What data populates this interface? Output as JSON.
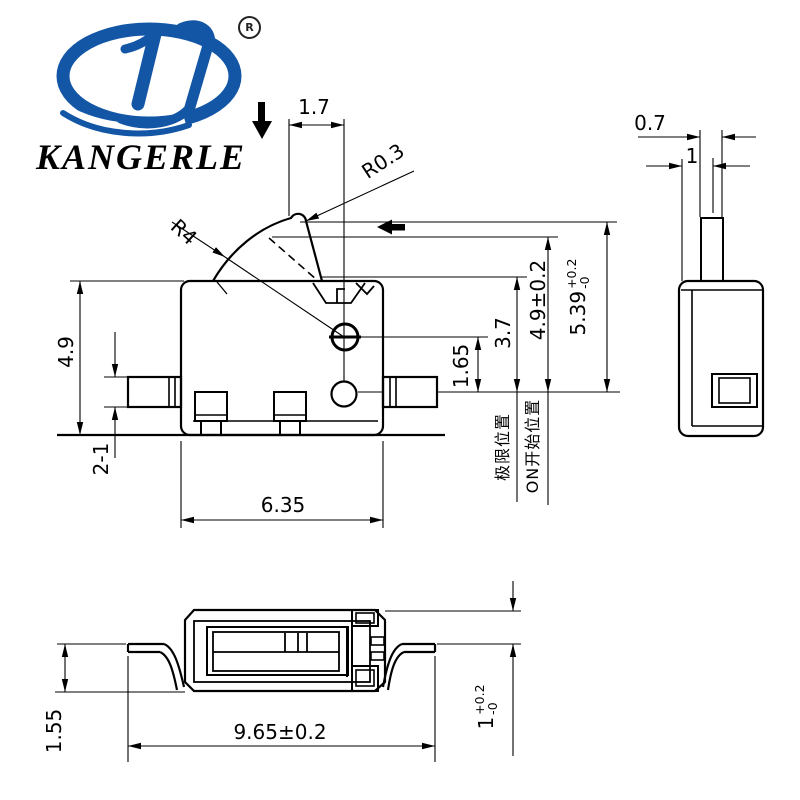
{
  "brand": {
    "name": "KANGERLE",
    "registered": "R"
  },
  "front_view": {
    "dim_lever_travel": "1.7",
    "dim_tip_radius": "R0.3",
    "dim_lever_radius": "R4",
    "dim_body_height": "4.9",
    "dim_terminal": "2-1",
    "dim_body_width": "6.35",
    "dim_pivot_height": "1.65",
    "dim_limit_height": "3.7",
    "dim_on_height": "4.9±0.2",
    "dim_free_height": {
      "value": "5.39",
      "tol_plus": "+0.2",
      "tol_minus": "-0"
    },
    "label_limit_position": "极限位置",
    "label_on_start_position": "ON开始位置"
  },
  "side_view": {
    "dim_lever_thickness": "0.7",
    "dim_lever_offset": "1"
  },
  "bottom_view": {
    "dim_terminal_height": "1.55",
    "dim_overall_length": "9.65±0.2",
    "dim_standoff": {
      "value": "1",
      "tol_plus": "+0.2",
      "tol_minus": "-0"
    }
  },
  "colors": {
    "line": "#000000",
    "logo_blue": "#1356a6",
    "background": "#ffffff"
  }
}
